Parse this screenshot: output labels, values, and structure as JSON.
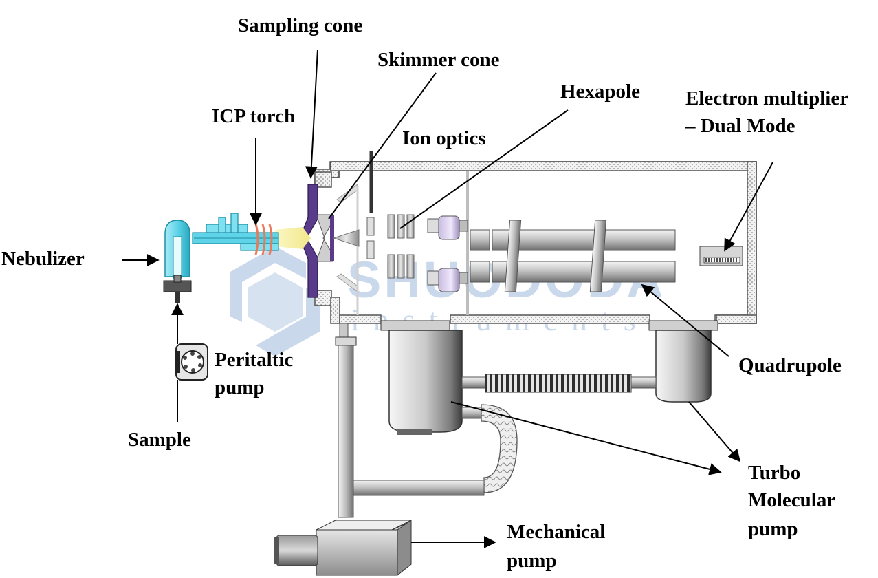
{
  "labels": {
    "sampling_cone": "Sampling cone",
    "skimmer_cone": "Skimmer cone",
    "hexapole": "Hexapole",
    "electron_multiplier_line1": "Electron multiplier",
    "electron_multiplier_line2": "– Dual Mode",
    "icp_torch": "ICP torch",
    "ion_optics": "Ion optics",
    "nebulizer": "Nebulizer",
    "peristaltic_pump_line1": "Peritaltic",
    "peristaltic_pump_line2": "pump",
    "sample": "Sample",
    "quadrupole": "Quadrupole",
    "turbo_line1": "Turbo",
    "turbo_line2": "Molecular",
    "turbo_line3": "pump",
    "mechanical_line1": "Mechanical",
    "mechanical_line2": "pump"
  },
  "watermark": {
    "brand": "SHUODODA",
    "tagline": "instruments"
  },
  "colors": {
    "nebulizer": "#5fd4e8",
    "torch": "#5fd4e8",
    "plasma": "#f6f0a0",
    "coil": "#e87a5a",
    "cone": "#5a3a8a",
    "watermark": "#9fb9dc"
  }
}
